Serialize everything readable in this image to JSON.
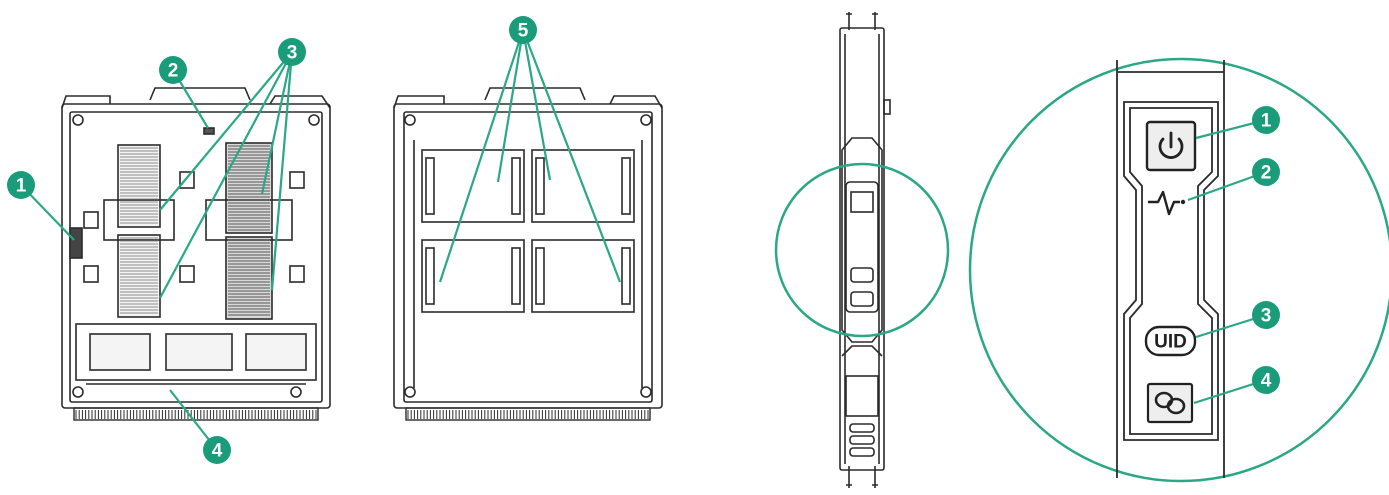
{
  "colors": {
    "callout": "#1a9c7b",
    "leader": "#2aa886",
    "outline": "#2b2b2b",
    "heatsink": "#8a8a8a",
    "panel": "#eeeeee"
  },
  "icons": {
    "power": "power-icon",
    "health": "heartbeat-icon",
    "link": "link-icon"
  },
  "callouts": {
    "left": [
      "1",
      "2",
      "3",
      "4"
    ],
    "middle": [
      "5"
    ],
    "right": [
      "1",
      "2",
      "3",
      "4"
    ]
  },
  "front_panel": {
    "uid_label": "UID"
  }
}
